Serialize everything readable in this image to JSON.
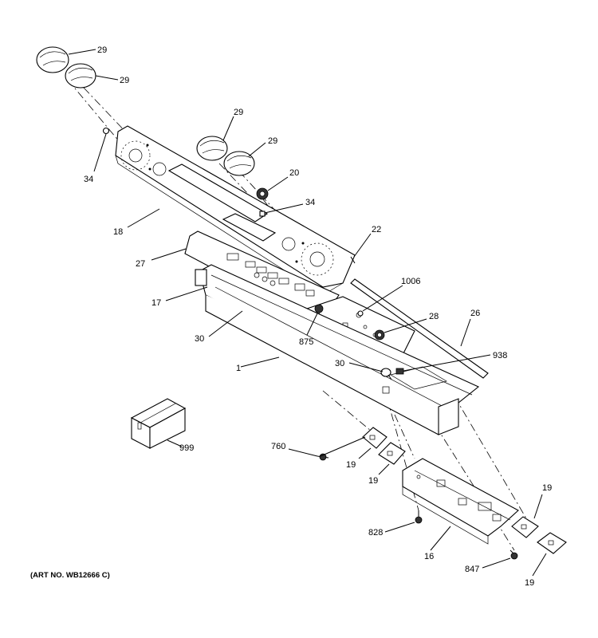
{
  "labels": [
    {
      "id": "29a",
      "text": "29"
    },
    {
      "id": "29b",
      "text": "29"
    },
    {
      "id": "29c",
      "text": "29"
    },
    {
      "id": "29d",
      "text": "29"
    },
    {
      "id": "34a",
      "text": "34"
    },
    {
      "id": "20",
      "text": "20"
    },
    {
      "id": "34b",
      "text": "34"
    },
    {
      "id": "18",
      "text": "18"
    },
    {
      "id": "22",
      "text": "22"
    },
    {
      "id": "27",
      "text": "27"
    },
    {
      "id": "1006",
      "text": "1006"
    },
    {
      "id": "17",
      "text": "17"
    },
    {
      "id": "28",
      "text": "28"
    },
    {
      "id": "26",
      "text": "26"
    },
    {
      "id": "30a",
      "text": "30"
    },
    {
      "id": "875",
      "text": "875"
    },
    {
      "id": "938",
      "text": "938"
    },
    {
      "id": "30b",
      "text": "30"
    },
    {
      "id": "1",
      "text": "1"
    },
    {
      "id": "999",
      "text": "999"
    },
    {
      "id": "760",
      "text": "760"
    },
    {
      "id": "19a",
      "text": "19"
    },
    {
      "id": "19b",
      "text": "19"
    },
    {
      "id": "19c",
      "text": "19"
    },
    {
      "id": "828",
      "text": "828"
    },
    {
      "id": "16",
      "text": "16"
    },
    {
      "id": "847",
      "text": "847"
    },
    {
      "id": "19d",
      "text": "19"
    }
  ],
  "art_number": "(ART NO. WB12666 C)"
}
